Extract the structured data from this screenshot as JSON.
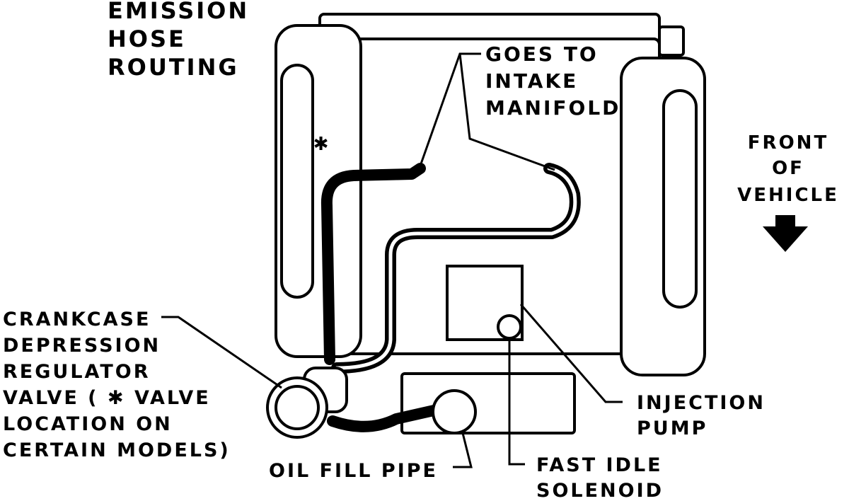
{
  "title": [
    "EMISSION",
    "HOSE",
    "ROUTING"
  ],
  "labels": {
    "intake": [
      "GOES TO",
      "INTAKE",
      "MANIFOLD"
    ],
    "front": [
      "FRONT",
      "OF",
      "VEHICLE"
    ],
    "regulator": [
      "CRANKCASE",
      "DEPRESSION",
      "REGULATOR",
      "VALVE ( ✱ VALVE",
      "LOCATION ON",
      "CERTAIN MODELS)"
    ],
    "injection_pump": [
      "INJECTION",
      "PUMP"
    ],
    "oil_fill": "OIL FILL PIPE",
    "fast_idle": [
      "FAST IDLE",
      "SOLENOID"
    ],
    "asterisk": "✱"
  },
  "colors": {
    "ink": "#000000",
    "paper": "#ffffff"
  }
}
